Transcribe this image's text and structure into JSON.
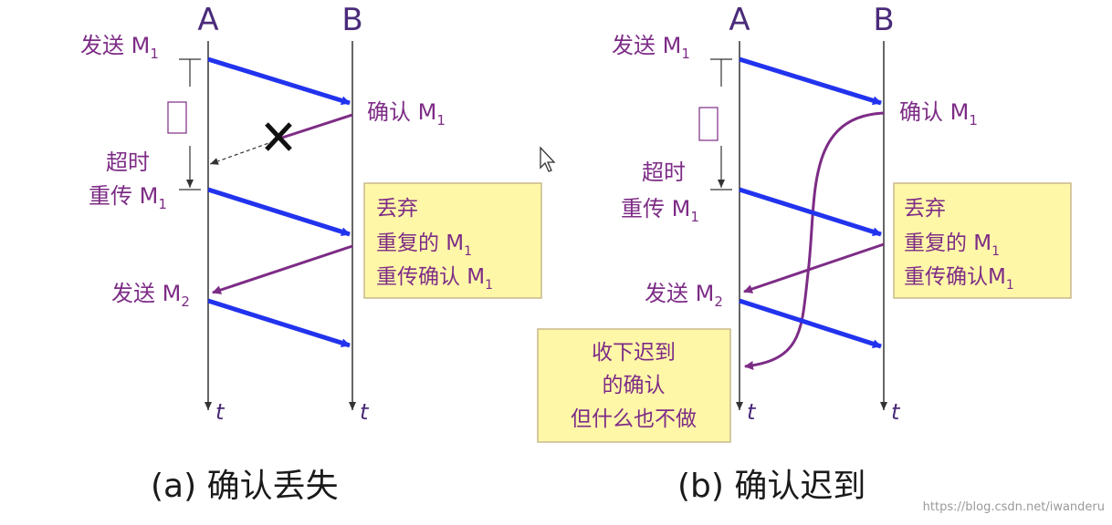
{
  "panel_a": {
    "host_a": "A",
    "host_b": "B",
    "send_m1": {
      "text": "发送 M",
      "sub": "1"
    },
    "ack_m1": {
      "text": "确认 M",
      "sub": "1"
    },
    "timeout_1": "超时",
    "resend_m1": {
      "text": "重传 M",
      "sub": "1"
    },
    "box": {
      "line1": "丢弃",
      "line2": {
        "text": "重复的 M",
        "sub": "1"
      },
      "line3": {
        "text": "重传确认 M",
        "sub": "1"
      }
    },
    "send_m2": {
      "text": "发送 M",
      "sub": "2"
    },
    "t_a": "t",
    "t_b": "t",
    "caption": "(a) 确认丢失"
  },
  "panel_b": {
    "host_a": "A",
    "host_b": "B",
    "send_m1": {
      "text": "发送 M",
      "sub": "1"
    },
    "ack_m1": {
      "text": "确认 M",
      "sub": "1"
    },
    "timeout_1": "超时",
    "resend_m1": {
      "text": "重传 M",
      "sub": "1"
    },
    "box": {
      "line1": "丢弃",
      "line2": {
        "text": "重复的 M",
        "sub": "1"
      },
      "line3": {
        "text": "重传确认M",
        "sub": "1"
      }
    },
    "send_m2": {
      "text": "发送 M",
      "sub": "2"
    },
    "late_box": {
      "line1": "收下迟到",
      "line2": "的确认",
      "line3": "但什么也不做"
    },
    "t_a": "t",
    "t_b": "t",
    "caption": "(b) 确认迟到"
  },
  "watermark": "https://blog.csdn.net/iwanderu",
  "colors": {
    "message_arrow": "#2233ee",
    "ack_arrow": "#7d2c86",
    "label_text": "#7d2c86",
    "box_fill": "#fff7a8",
    "timeline": "#333333"
  },
  "icons": [
    "lost-mark-icon",
    "mouse-cursor-icon"
  ]
}
